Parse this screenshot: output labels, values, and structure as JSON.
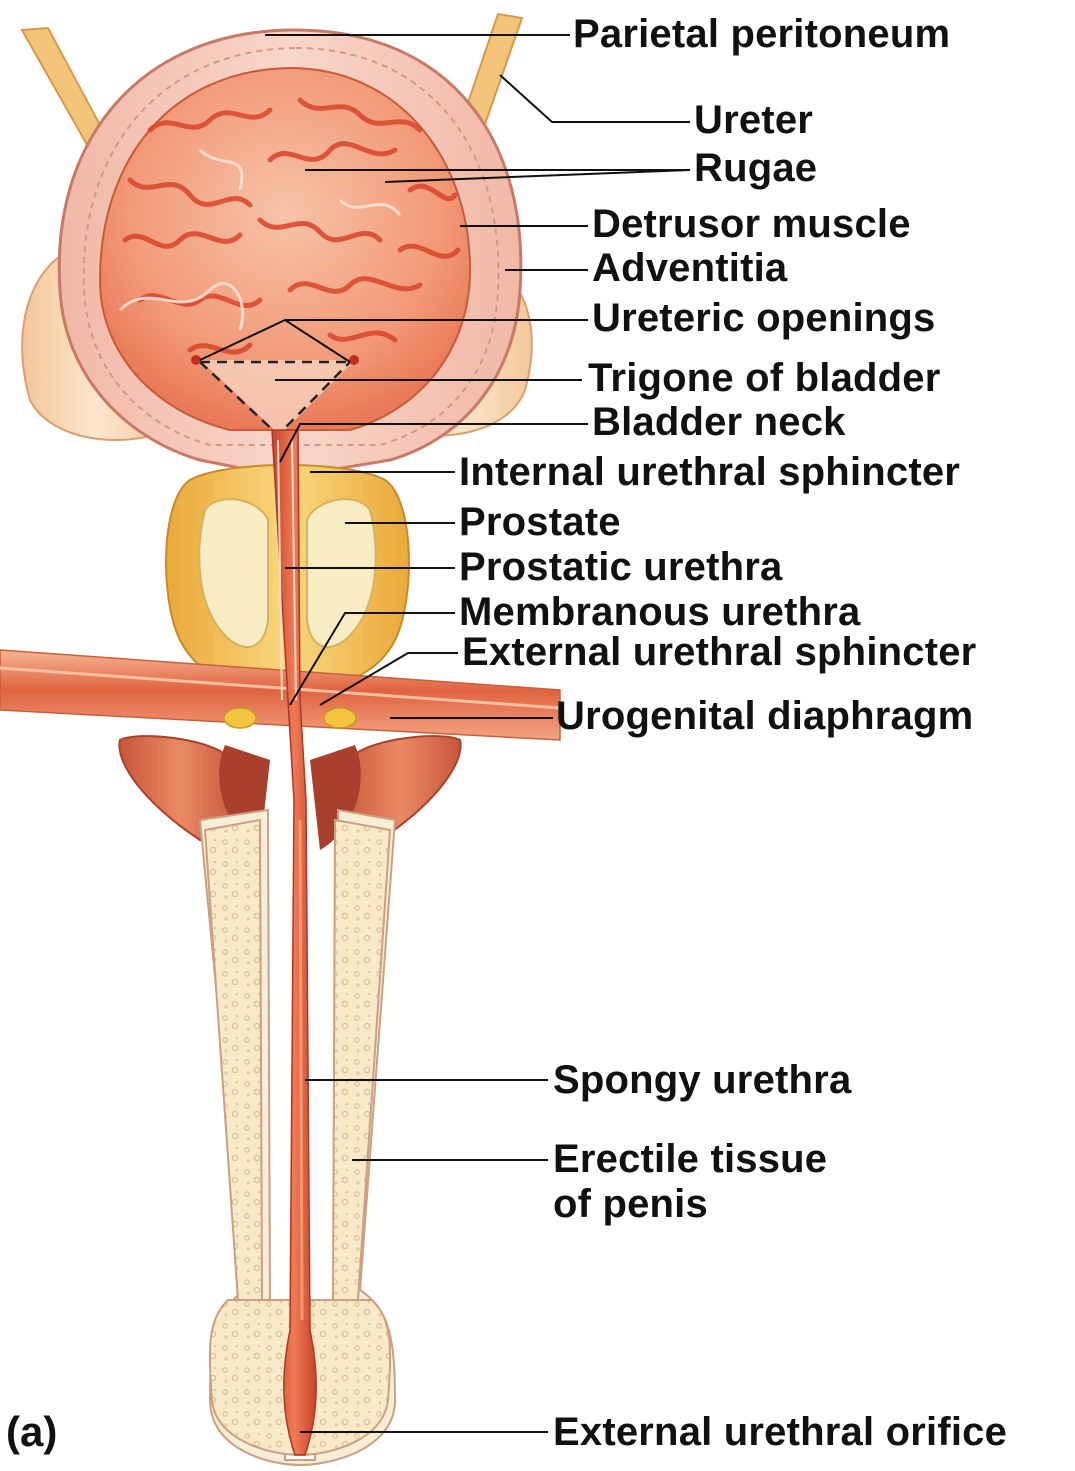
{
  "panel_label": "(a)",
  "labels": {
    "parietal_peritoneum": "Parietal peritoneum",
    "ureter": "Ureter",
    "rugae": "Rugae",
    "detrusor_muscle": "Detrusor muscle",
    "adventitia": "Adventitia",
    "ureteric_openings": "Ureteric openings",
    "trigone_of_bladder": "Trigone of bladder",
    "bladder_neck": "Bladder neck",
    "internal_urethral_sphincter": "Internal urethral sphincter",
    "prostate": "Prostate",
    "prostatic_urethra": "Prostatic urethra",
    "membranous_urethra": "Membranous urethra",
    "external_urethral_sphincter": "External urethral sphincter",
    "urogenital_diaphragm": "Urogenital diaphragm",
    "spongy_urethra": "Spongy urethra",
    "erectile_tissue_line1": "Erectile tissue",
    "erectile_tissue_line2": "of penis",
    "external_urethral_orifice": "External urethral orifice"
  },
  "colors": {
    "bladder_wall": "#f4c2b4",
    "bladder_lining": "#f29a78",
    "rugae": "#e45a3a",
    "adventitia": "#f6d3a8",
    "prostate": "#f4c96a",
    "prostate_inner": "#f8ecc4",
    "diaphragm_muscle": "#e06a45",
    "erectile_tissue": "#f7e8c8",
    "urethra": "#e05030",
    "ureter": "#f2c77a",
    "leader_line": "#111111"
  }
}
